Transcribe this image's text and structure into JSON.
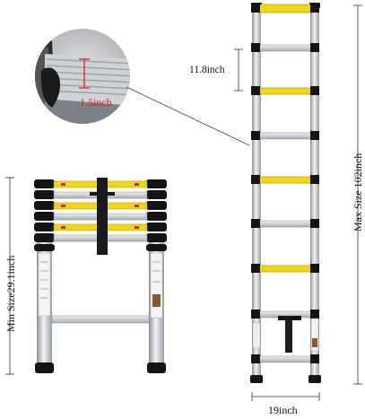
{
  "dimensions": {
    "step_spacing": "11.8inch",
    "rung_thickness": "1.5inch",
    "min_size": "Min Size29.1inch",
    "max_size": "Max Size 102inch",
    "width": "19inch"
  },
  "colors": {
    "aluminum": "#c9cdd2",
    "rung_yellow": "#f2d516",
    "black_parts": "#141414",
    "dimension_red": "#e01818",
    "background": "#ffffff"
  }
}
